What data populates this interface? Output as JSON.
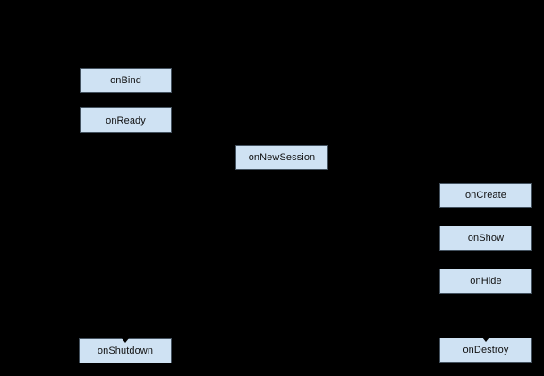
{
  "diagram": {
    "title": "lifecycle-callback-flow",
    "background_color": "#000000",
    "node_fill_color": "#cfe2f3",
    "node_border_color": "#44525f",
    "node_text_color": "#111111",
    "nodes": [
      {
        "label": "onBind"
      },
      {
        "label": "onReady"
      },
      {
        "label": "onNewSession"
      },
      {
        "label": "onCreate"
      },
      {
        "label": "onShow"
      },
      {
        "label": "onHide"
      },
      {
        "label": "onShutdown"
      },
      {
        "label": "onDestroy"
      }
    ]
  }
}
